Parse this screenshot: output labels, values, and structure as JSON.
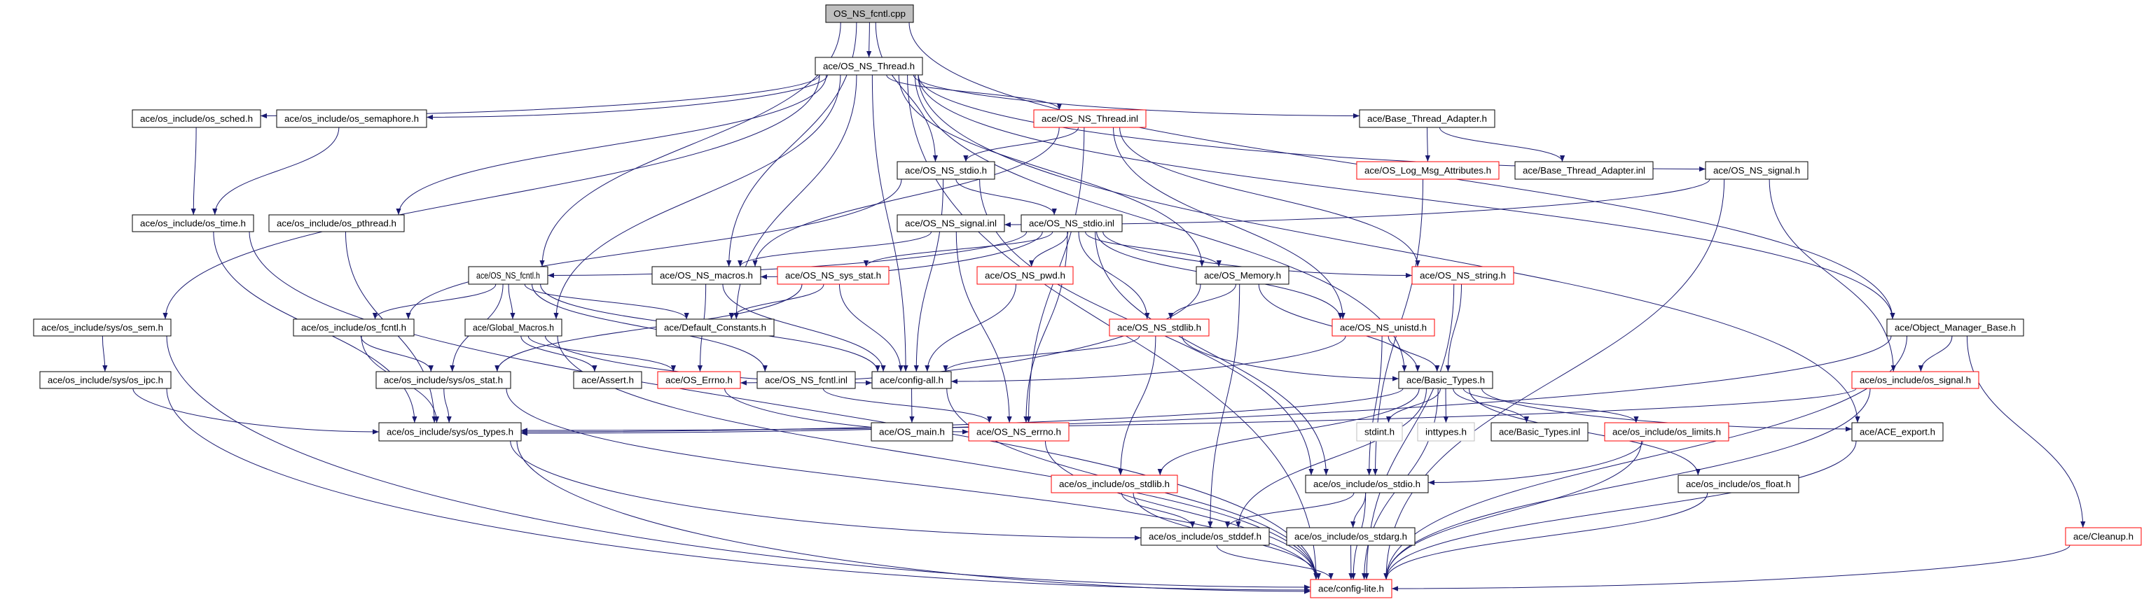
{
  "colors": {
    "edge": "#191970",
    "border_default": "#000000",
    "border_truncated": "#ff0000",
    "border_external": "#bfbfbf",
    "root_fill": "#bfbfbf",
    "fill": "#ffffff"
  },
  "nodes": [
    {
      "id": "cpp",
      "label": "OS_NS_fcntl.cpp",
      "kind": "root"
    },
    {
      "id": "thread_h",
      "label": "ace/OS_NS_Thread.h",
      "kind": "default"
    },
    {
      "id": "sched",
      "label": "ace/os_include/os_sched.h",
      "kind": "default"
    },
    {
      "id": "semaphore",
      "label": "ace/os_include/os_semaphore.h",
      "kind": "default"
    },
    {
      "id": "thread_inl",
      "label": "ace/OS_NS_Thread.inl",
      "kind": "truncated"
    },
    {
      "id": "bta_h",
      "label": "ace/Base_Thread_Adapter.h",
      "kind": "default"
    },
    {
      "id": "stdio_h",
      "label": "ace/OS_NS_stdio.h",
      "kind": "default"
    },
    {
      "id": "logmsg",
      "label": "ace/OS_Log_Msg_Attributes.h",
      "kind": "truncated"
    },
    {
      "id": "bta_inl",
      "label": "ace/Base_Thread_Adapter.inl",
      "kind": "default"
    },
    {
      "id": "signal_h",
      "label": "ace/OS_NS_signal.h",
      "kind": "default"
    },
    {
      "id": "time",
      "label": "ace/os_include/os_time.h",
      "kind": "default"
    },
    {
      "id": "pthread",
      "label": "ace/os_include/os_pthread.h",
      "kind": "default"
    },
    {
      "id": "signal_inl",
      "label": "ace/OS_NS_signal.inl",
      "kind": "default"
    },
    {
      "id": "stdio_inl",
      "label": "ace/OS_NS_stdio.inl",
      "kind": "default"
    },
    {
      "id": "fcntl_h",
      "label": "ace/OS_NS_fcntl.h",
      "kind": "default"
    },
    {
      "id": "macros",
      "label": "ace/OS_NS_macros.h",
      "kind": "default"
    },
    {
      "id": "sysstat",
      "label": "ace/OS_NS_sys_stat.h",
      "kind": "truncated"
    },
    {
      "id": "pwd",
      "label": "ace/OS_NS_pwd.h",
      "kind": "truncated"
    },
    {
      "id": "memory",
      "label": "ace/OS_Memory.h",
      "kind": "default"
    },
    {
      "id": "string",
      "label": "ace/OS_NS_string.h",
      "kind": "truncated"
    },
    {
      "id": "sem",
      "label": "ace/os_include/sys/os_sem.h",
      "kind": "default"
    },
    {
      "id": "os_fcntl",
      "label": "ace/os_include/os_fcntl.h",
      "kind": "default"
    },
    {
      "id": "global",
      "label": "ace/Global_Macros.h",
      "kind": "default"
    },
    {
      "id": "defconst",
      "label": "ace/Default_Constants.h",
      "kind": "default"
    },
    {
      "id": "ns_stdlib",
      "label": "ace/OS_NS_stdlib.h",
      "kind": "truncated"
    },
    {
      "id": "unistd",
      "label": "ace/OS_NS_unistd.h",
      "kind": "truncated"
    },
    {
      "id": "omb",
      "label": "ace/Object_Manager_Base.h",
      "kind": "default"
    },
    {
      "id": "ipc",
      "label": "ace/os_include/sys/os_ipc.h",
      "kind": "default"
    },
    {
      "id": "stat",
      "label": "ace/os_include/sys/os_stat.h",
      "kind": "default"
    },
    {
      "id": "assert",
      "label": "ace/Assert.h",
      "kind": "default"
    },
    {
      "id": "errno_h",
      "label": "ace/OS_Errno.h",
      "kind": "truncated"
    },
    {
      "id": "fcntl_inl",
      "label": "ace/OS_NS_fcntl.inl",
      "kind": "default"
    },
    {
      "id": "configall",
      "label": "ace/config-all.h",
      "kind": "default"
    },
    {
      "id": "basic",
      "label": "ace/Basic_Types.h",
      "kind": "default"
    },
    {
      "id": "os_signal",
      "label": "ace/os_include/os_signal.h",
      "kind": "truncated"
    },
    {
      "id": "types",
      "label": "ace/os_include/sys/os_types.h",
      "kind": "default"
    },
    {
      "id": "main",
      "label": "ace/OS_main.h",
      "kind": "default"
    },
    {
      "id": "ns_errno",
      "label": "ace/OS_NS_errno.h",
      "kind": "truncated"
    },
    {
      "id": "stdint",
      "label": "stdint.h",
      "kind": "external"
    },
    {
      "id": "inttypes",
      "label": "inttypes.h",
      "kind": "external"
    },
    {
      "id": "bt_inl",
      "label": "ace/Basic_Types.inl",
      "kind": "default"
    },
    {
      "id": "limits",
      "label": "ace/os_include/os_limits.h",
      "kind": "truncated"
    },
    {
      "id": "export",
      "label": "ace/ACE_export.h",
      "kind": "default"
    },
    {
      "id": "os_stdlib",
      "label": "ace/os_include/os_stdlib.h",
      "kind": "truncated"
    },
    {
      "id": "os_stdio",
      "label": "ace/os_include/os_stdio.h",
      "kind": "default"
    },
    {
      "id": "float",
      "label": "ace/os_include/os_float.h",
      "kind": "default"
    },
    {
      "id": "stddef",
      "label": "ace/os_include/os_stddef.h",
      "kind": "default"
    },
    {
      "id": "stdarg",
      "label": "ace/os_include/os_stdarg.h",
      "kind": "default"
    },
    {
      "id": "cleanup",
      "label": "ace/Cleanup.h",
      "kind": "truncated"
    },
    {
      "id": "lite",
      "label": "ace/config-lite.h",
      "kind": "truncated"
    }
  ],
  "edges": [
    [
      "cpp",
      "thread_h"
    ],
    [
      "cpp",
      "stdio_h"
    ],
    [
      "cpp",
      "macros"
    ],
    [
      "cpp",
      "fcntl_h"
    ],
    [
      "cpp",
      "omb"
    ],
    [
      "thread_h",
      "sched"
    ],
    [
      "thread_h",
      "semaphore"
    ],
    [
      "thread_h",
      "pthread"
    ],
    [
      "thread_h",
      "sem"
    ],
    [
      "thread_h",
      "thread_inl"
    ],
    [
      "thread_h",
      "bta_h"
    ],
    [
      "thread_h",
      "signal_h"
    ],
    [
      "thread_h",
      "memory"
    ],
    [
      "thread_h",
      "omb"
    ],
    [
      "thread_h",
      "configall"
    ],
    [
      "thread_h",
      "defconst"
    ],
    [
      "thread_h",
      "global"
    ],
    [
      "thread_h",
      "basic"
    ],
    [
      "thread_h",
      "export"
    ],
    [
      "thread_h",
      "lite"
    ],
    [
      "sched",
      "time"
    ],
    [
      "semaphore",
      "time"
    ],
    [
      "time",
      "types"
    ],
    [
      "time",
      "lite"
    ],
    [
      "pthread",
      "types"
    ],
    [
      "thread_inl",
      "stdio_h"
    ],
    [
      "thread_inl",
      "macros"
    ],
    [
      "thread_inl",
      "ns_errno"
    ],
    [
      "thread_inl",
      "string"
    ],
    [
      "thread_inl",
      "unistd"
    ],
    [
      "bta_h",
      "logmsg"
    ],
    [
      "bta_h",
      "bta_inl"
    ],
    [
      "logmsg",
      "os_stdio"
    ],
    [
      "signal_h",
      "signal_inl"
    ],
    [
      "signal_h",
      "os_signal"
    ],
    [
      "signal_h",
      "lite"
    ],
    [
      "stdio_h",
      "stdio_inl"
    ],
    [
      "stdio_h",
      "os_fcntl"
    ],
    [
      "stdio_h",
      "configall"
    ],
    [
      "stdio_h",
      "os_stdio"
    ],
    [
      "signal_inl",
      "macros"
    ],
    [
      "signal_inl",
      "ns_errno"
    ],
    [
      "stdio_inl",
      "fcntl_h"
    ],
    [
      "stdio_inl",
      "macros"
    ],
    [
      "stdio_inl",
      "sysstat"
    ],
    [
      "stdio_inl",
      "pwd"
    ],
    [
      "stdio_inl",
      "memory"
    ],
    [
      "stdio_inl",
      "string"
    ],
    [
      "stdio_inl",
      "ns_stdlib"
    ],
    [
      "stdio_inl",
      "unistd"
    ],
    [
      "stdio_inl",
      "ns_errno"
    ],
    [
      "stdio_inl",
      "os_stdio"
    ],
    [
      "fcntl_h",
      "os_fcntl"
    ],
    [
      "fcntl_h",
      "global"
    ],
    [
      "fcntl_h",
      "defconst"
    ],
    [
      "fcntl_h",
      "configall"
    ],
    [
      "fcntl_h",
      "fcntl_inl"
    ],
    [
      "fcntl_h",
      "stat"
    ],
    [
      "macros",
      "configall"
    ],
    [
      "macros",
      "errno_h"
    ],
    [
      "sysstat",
      "stat"
    ],
    [
      "sysstat",
      "configall"
    ],
    [
      "sysstat",
      "defconst"
    ],
    [
      "pwd",
      "configall"
    ],
    [
      "memory",
      "errno_h"
    ],
    [
      "memory",
      "ns_stdlib"
    ],
    [
      "memory",
      "basic"
    ],
    [
      "memory",
      "stddef"
    ],
    [
      "string",
      "basic"
    ],
    [
      "string",
      "lite"
    ],
    [
      "sem",
      "ipc"
    ],
    [
      "sem",
      "lite"
    ],
    [
      "ipc",
      "types"
    ],
    [
      "ipc",
      "lite"
    ],
    [
      "os_fcntl",
      "stat"
    ],
    [
      "os_fcntl",
      "types"
    ],
    [
      "global",
      "assert"
    ],
    [
      "global",
      "errno_h"
    ],
    [
      "global",
      "lite"
    ],
    [
      "global",
      "configall"
    ],
    [
      "ns_stdlib",
      "configall"
    ],
    [
      "ns_stdlib",
      "basic"
    ],
    [
      "ns_stdlib",
      "os_stdlib"
    ],
    [
      "unistd",
      "configall"
    ],
    [
      "unistd",
      "basic"
    ],
    [
      "unistd",
      "os_stdio"
    ],
    [
      "omb",
      "os_signal"
    ],
    [
      "omb",
      "cleanup"
    ],
    [
      "omb",
      "types"
    ],
    [
      "omb",
      "lite"
    ],
    [
      "stat",
      "types"
    ],
    [
      "stat",
      "lite"
    ],
    [
      "errno_h",
      "ns_errno"
    ],
    [
      "fcntl_inl",
      "ns_errno"
    ],
    [
      "configall",
      "main"
    ],
    [
      "configall",
      "lite"
    ],
    [
      "basic",
      "stdint"
    ],
    [
      "basic",
      "inttypes"
    ],
    [
      "basic",
      "bt_inl"
    ],
    [
      "basic",
      "limits"
    ],
    [
      "basic",
      "export"
    ],
    [
      "basic",
      "float"
    ],
    [
      "basic",
      "types"
    ],
    [
      "basic",
      "os_stdlib"
    ],
    [
      "basic",
      "stddef"
    ],
    [
      "basic",
      "lite"
    ],
    [
      "os_signal",
      "types"
    ],
    [
      "os_signal",
      "lite"
    ],
    [
      "types",
      "stddef"
    ],
    [
      "types",
      "lite"
    ],
    [
      "ns_errno",
      "lite"
    ],
    [
      "limits",
      "os_stdio"
    ],
    [
      "limits",
      "lite"
    ],
    [
      "export",
      "lite"
    ],
    [
      "os_stdlib",
      "stddef"
    ],
    [
      "os_stdlib",
      "lite"
    ],
    [
      "os_stdio",
      "stddef"
    ],
    [
      "os_stdio",
      "stdarg"
    ],
    [
      "os_stdio",
      "lite"
    ],
    [
      "float",
      "lite"
    ],
    [
      "stddef",
      "lite"
    ],
    [
      "stdarg",
      "lite"
    ],
    [
      "cleanup",
      "lite"
    ]
  ]
}
